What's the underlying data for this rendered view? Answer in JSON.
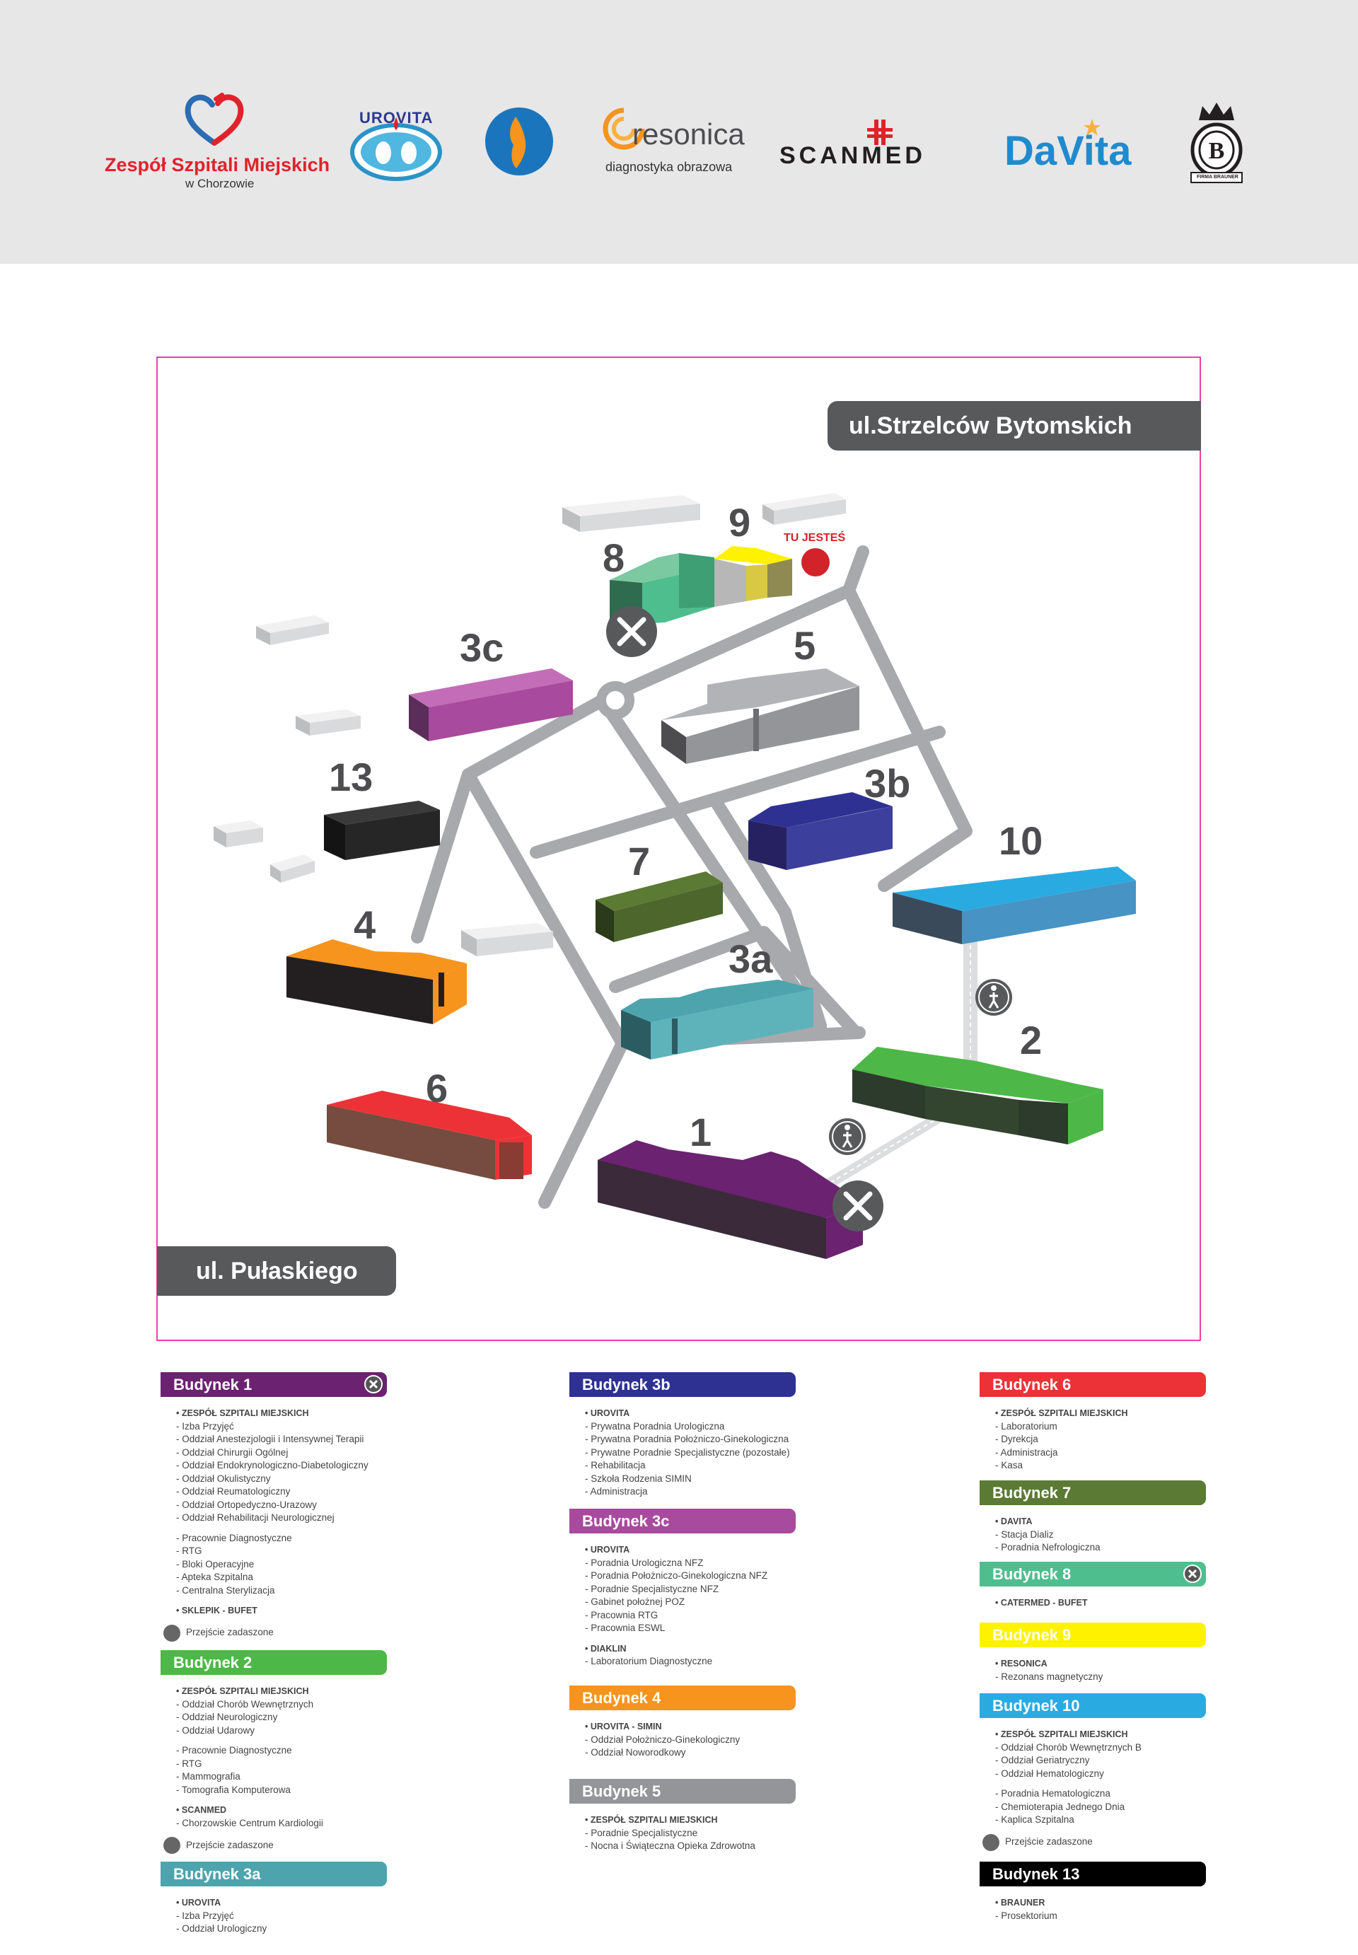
{
  "logos": {
    "zsm_title": "Zespół Szpitali Miejskich",
    "zsm_subtitle": "w Chorzowie",
    "urovita": "UROVITA",
    "resonica": "resonica",
    "resonica_sub": "diagnostyka obrazowa",
    "scanmed": "SCANMED",
    "davita": "DaVita",
    "brauner": "FIRMA BRAUNER"
  },
  "colors": {
    "b1": "#6b2270",
    "b2": "#4db848",
    "b3a": "#4da4ad",
    "b3b": "#2e3192",
    "b3c": "#a84a9d",
    "b4": "#f7941d",
    "b5": "#939598",
    "b6": "#ed3237",
    "b7": "#5b7a34",
    "b8": "#4fbe8e",
    "b9": "#fff200",
    "b10": "#29abe2",
    "b13": "#1a1a1a",
    "road": "#a7a9ac",
    "street": "#58595b",
    "you_are_here": "#d2232a"
  },
  "map": {
    "street_top": "ul.Strzelców Bytomskich",
    "street_bottom": "ul. Pułaskiego",
    "you_are_here": "TU JESTEŚ",
    "labels": [
      "1",
      "2",
      "3a",
      "3b",
      "3c",
      "4",
      "5",
      "6",
      "7",
      "8",
      "9",
      "10",
      "13"
    ]
  },
  "legend": {
    "b1": {
      "title": "Budynek 1",
      "org1": "ZESPÓŁ SZPITALI MIEJSKICH",
      "items1": [
        "Izba Przyjęć",
        "Oddział Anestezjologii i Intensywnej Terapii",
        "Oddział Chirurgii Ogólnej",
        "Oddział Endokrynologiczno-Diabetologiczny",
        "Oddział Okulistyczny",
        "Oddział Reumatologiczny",
        "Oddział Ortopedyczno-Urazowy",
        "Oddział Rehabilitacji Neurologicznej"
      ],
      "items2": [
        "Pracownie Diagnostyczne",
        "RTG",
        "Bloki Operacyjne",
        "Apteka Szpitalna",
        "Centralna Sterylizacja"
      ],
      "org2": "SKLEPIK - BUFET",
      "walk": "Przejście zadaszone"
    },
    "b2": {
      "title": "Budynek 2",
      "org1": "ZESPÓŁ SZPITALI MIEJSKICH",
      "items1": [
        "Oddział Chorób Wewnętrznych",
        "Oddział Neurologiczny",
        "Oddział Udarowy"
      ],
      "items2": [
        "Pracownie Diagnostyczne",
        "RTG",
        "Mammografia",
        "Tomografia Komputerowa"
      ],
      "org2": "SCANMED",
      "items3": [
        " Chorzowskie Centrum Kardiologii"
      ],
      "walk": "Przejście zadaszone"
    },
    "b3a": {
      "title": "Budynek 3a",
      "org1": "UROVITA",
      "items1": [
        "Izba Przyjęć",
        "Oddział Urologiczny"
      ]
    },
    "b3b": {
      "title": "Budynek 3b",
      "org1": "UROVITA",
      "items1": [
        "Prywatna Poradnia Urologiczna",
        "Prywatna Poradnia Położniczo-Ginekologiczna",
        "Prywatne Poradnie Specjalistyczne (pozostałe)",
        "Rehabilitacja",
        "Szkoła Rodzenia SIMIN",
        "Administracja"
      ]
    },
    "b3c": {
      "title": "Budynek 3c",
      "org1": "UROVITA",
      "items1": [
        "Poradnia Urologiczna NFZ",
        "Poradnia Położniczo-Ginekologiczna NFZ",
        "Poradnie Specjalistyczne NFZ",
        "Gabinet położnej POZ",
        "Pracownia RTG",
        "Pracownia ESWL"
      ],
      "org2": "DIAKLIN",
      "items2": [
        "Laboratorium Diagnostyczne"
      ]
    },
    "b4": {
      "title": "Budynek 4",
      "org1": "UROVITA - SIMIN",
      "items1": [
        "Oddział Położniczo-Ginekologiczny",
        "Oddział Noworodkowy"
      ]
    },
    "b5": {
      "title": "Budynek 5",
      "org1": "ZESPÓŁ SZPITALI MIEJSKICH",
      "items1": [
        "Poradnie Specjalistyczne",
        "Nocna i Świąteczna Opieka Zdrowotna"
      ]
    },
    "b6": {
      "title": "Budynek 6",
      "org1": "ZESPÓŁ SZPITALI MIEJSKICH",
      "items1": [
        "Laboratorium",
        "Dyrekcja",
        "Administracja",
        "Kasa"
      ]
    },
    "b7": {
      "title": "Budynek 7",
      "org1": "DAVITA",
      "items1": [
        "Stacja Dializ",
        "Poradnia Nefrologiczna"
      ]
    },
    "b8": {
      "title": "Budynek 8",
      "org1": "CATERMED - BUFET"
    },
    "b9": {
      "title": "Budynek 9",
      "org1": "RESONICA",
      "items1": [
        "Rezonans magnetyczny"
      ]
    },
    "b10": {
      "title": "Budynek 10",
      "org1": "ZESPÓŁ SZPITALI MIEJSKICH",
      "items1": [
        "Oddział Chorób Wewnętrznych B",
        "Oddział Geriatryczny",
        "Oddział Hematologiczny"
      ],
      "items2": [
        "Poradnia Hematologiczna",
        "Chemioterapia Jednego Dnia",
        "Kaplica Szpitalna"
      ],
      "walk": "Przejście zadaszone"
    },
    "b13": {
      "title": "Budynek 13",
      "org1": "BRAUNER",
      "items1": [
        "Prosektorium"
      ]
    }
  }
}
